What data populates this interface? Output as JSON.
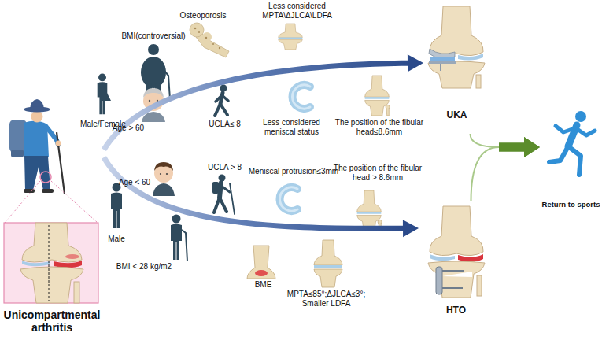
{
  "diagram": {
    "nodes": [
      {
        "text": [
          "Unicompartmental arthritis"
        ]
      },
      {
        "text": [
          "UKA"
        ]
      },
      {
        "text": [
          "HTO"
        ]
      },
      {
        "text": [
          "Return to sports"
        ]
      }
    ],
    "edges": [
      {
        "from": 0,
        "to": 1,
        "arrow": "to"
      },
      {
        "from": 0,
        "to": 2,
        "arrow": "to"
      },
      {
        "from": 1,
        "to": 3,
        "arrow": "to"
      },
      {
        "from": 2,
        "to": 3,
        "arrow": "to"
      }
    ],
    "labels": [
      "Osteoporosis",
      "Less considered MPTA\\ΔJLCA\\LDFA",
      "BMI(controversial)",
      "Male/Female",
      "Age > 60",
      "UCLA≤ 8",
      "Less considered meniscal status",
      "The position of the fibular head≤8.6mm",
      "Age < 60",
      "UCLA > 8",
      "Meniscal protrusion≤3mm",
      "The position of the fibular head > 8.6mm",
      "Male",
      "BMI < 28 kg/m2",
      "BME",
      "MPTA≤85°;ΔJLCA≤3°; Smaller LDFA"
    ]
  }
}
